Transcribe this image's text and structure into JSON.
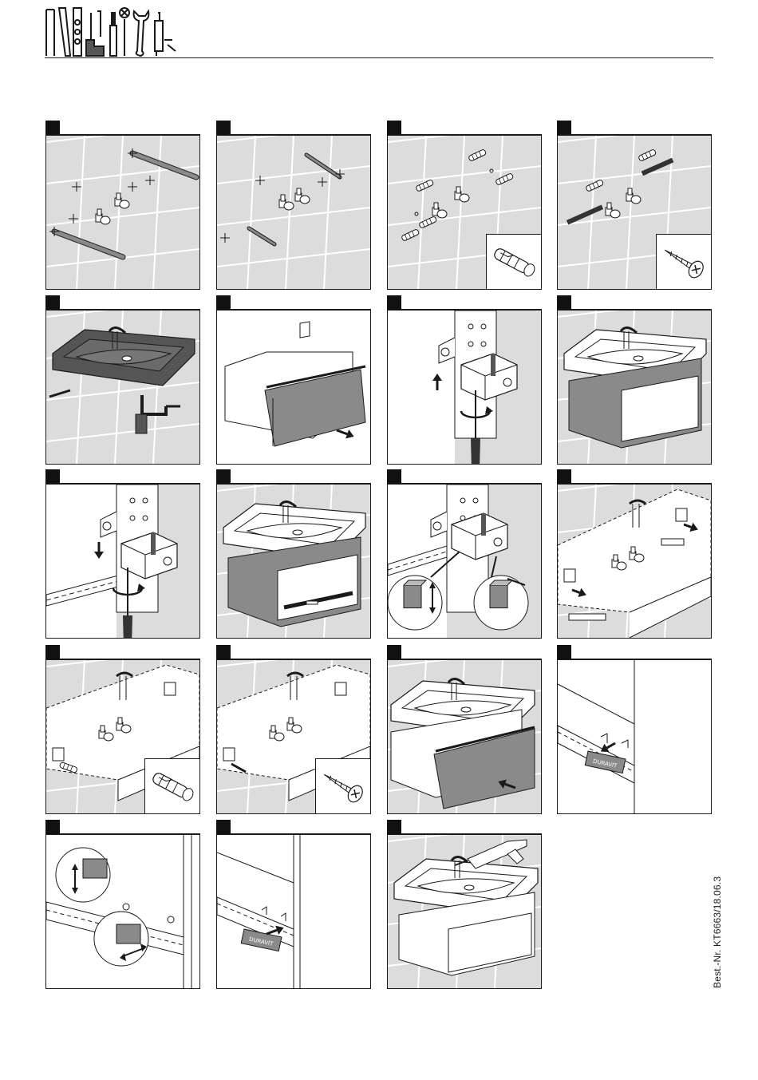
{
  "header": {
    "icons": [
      "level-icon",
      "drill-icon",
      "screwdriver-icon",
      "pencil-icon",
      "wrench-icon",
      "caulking-gun-icon",
      "spirit-level-icon"
    ]
  },
  "steps": [
    {
      "row": 0,
      "col": 0,
      "scene": "wall-marking"
    },
    {
      "row": 0,
      "col": 1,
      "scene": "wall-marking-level"
    },
    {
      "row": 0,
      "col": 2,
      "scene": "dowels",
      "inset": "dowel"
    },
    {
      "row": 0,
      "col": 3,
      "scene": "rails",
      "inset": "screw"
    },
    {
      "row": 1,
      "col": 0,
      "scene": "basin-siphon"
    },
    {
      "row": 1,
      "col": 1,
      "scene": "drawer-out"
    },
    {
      "row": 1,
      "col": 2,
      "scene": "bracket-adjust"
    },
    {
      "row": 1,
      "col": 3,
      "scene": "basin-on-cabinet"
    },
    {
      "row": 2,
      "col": 0,
      "scene": "bracket-rail"
    },
    {
      "row": 2,
      "col": 1,
      "scene": "cabinet-open"
    },
    {
      "row": 2,
      "col": 2,
      "scene": "bracket-fine-adjust"
    },
    {
      "row": 2,
      "col": 3,
      "scene": "basin-fix"
    },
    {
      "row": 3,
      "col": 0,
      "scene": "basin-fix-dowel",
      "inset": "dowel"
    },
    {
      "row": 3,
      "col": 1,
      "scene": "basin-fix-screw",
      "inset": "screw"
    },
    {
      "row": 3,
      "col": 2,
      "scene": "drawer-in"
    },
    {
      "row": 3,
      "col": 3,
      "scene": "drawer-cover"
    },
    {
      "row": 4,
      "col": 0,
      "scene": "drawer-adjust"
    },
    {
      "row": 4,
      "col": 1,
      "scene": "drawer-cover-on"
    },
    {
      "row": 4,
      "col": 2,
      "scene": "silicone"
    }
  ],
  "logo_text": "DURAVIT",
  "doc_number": "Best.-Nr. KT6663/18.06.3",
  "colors": {
    "tile": "#dcdcdc",
    "dark": "#555555",
    "mid": "#8a8a8a",
    "line": "#1a1a1a"
  }
}
